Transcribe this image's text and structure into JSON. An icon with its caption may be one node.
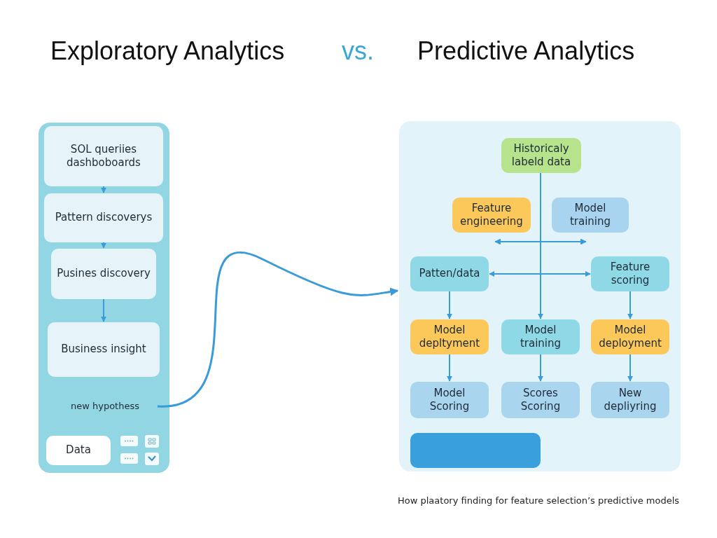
{
  "diagram": {
    "caption": "How plaatory finding for feature selection’s predictive models",
    "nodes": [
      {
        "text": [],
        "shape": "box"
      },
      {
        "text": [
          "SOL queriies dashboboards"
        ],
        "in": 0
      },
      {
        "text": [
          "Pattern discoverys"
        ],
        "in": 0
      },
      {
        "text": [
          "Pusines discovery"
        ],
        "in": 0
      },
      {
        "text": [
          "Business insight"
        ],
        "in": 0
      },
      {
        "text": [
          "new hypothess"
        ],
        "in": 0
      },
      {
        "text": [
          "Data"
        ],
        "in": 0
      },
      {
        "text": [],
        "shape": "box"
      },
      {
        "text": [
          "Historicaly labeld data"
        ],
        "in": 7
      },
      {
        "text": [
          "Feature engineering"
        ],
        "in": 7
      },
      {
        "text": [
          "Model training"
        ],
        "in": 7
      },
      {
        "text": [
          "Patten/data"
        ],
        "in": 7
      },
      {
        "text": [
          "Feature scoring"
        ],
        "in": 7
      },
      {
        "text": [
          "Model depltyment"
        ],
        "in": 7
      },
      {
        "text": [
          "Model training"
        ],
        "in": 7
      },
      {
        "text": [
          "Model deployment"
        ],
        "in": 7
      },
      {
        "text": [
          "Model Scoring"
        ],
        "in": 7
      },
      {
        "text": [
          "Scores Scoring"
        ],
        "in": 7
      },
      {
        "text": [
          "New depliyring"
        ],
        "in": 7
      },
      {
        "text": [],
        "shape": "box",
        "in": 7
      }
    ],
    "edges": [
      {
        "from": 1,
        "to": 2,
        "arrow": "to"
      },
      {
        "from": 2,
        "to": 3,
        "arrow": "to"
      },
      {
        "from": 3,
        "to": 4,
        "arrow": "to"
      },
      {
        "from": 5,
        "to": 7,
        "arrow": "to"
      },
      {
        "from": 8,
        "to": 14,
        "arrow": "to"
      },
      {
        "from": 9,
        "to": 10,
        "arrow": "both"
      },
      {
        "from": 11,
        "to": 12,
        "arrow": "both"
      },
      {
        "from": 11,
        "to": 13,
        "arrow": "to"
      },
      {
        "from": 12,
        "to": 15,
        "arrow": "to"
      },
      {
        "from": 13,
        "to": 16,
        "arrow": "to"
      },
      {
        "from": 14,
        "to": 17,
        "arrow": "to"
      },
      {
        "from": 15,
        "to": 18,
        "arrow": "to"
      }
    ],
    "labels": [
      "Exploratory Analytics",
      "vs.",
      "Predictive Analytics"
    ]
  }
}
